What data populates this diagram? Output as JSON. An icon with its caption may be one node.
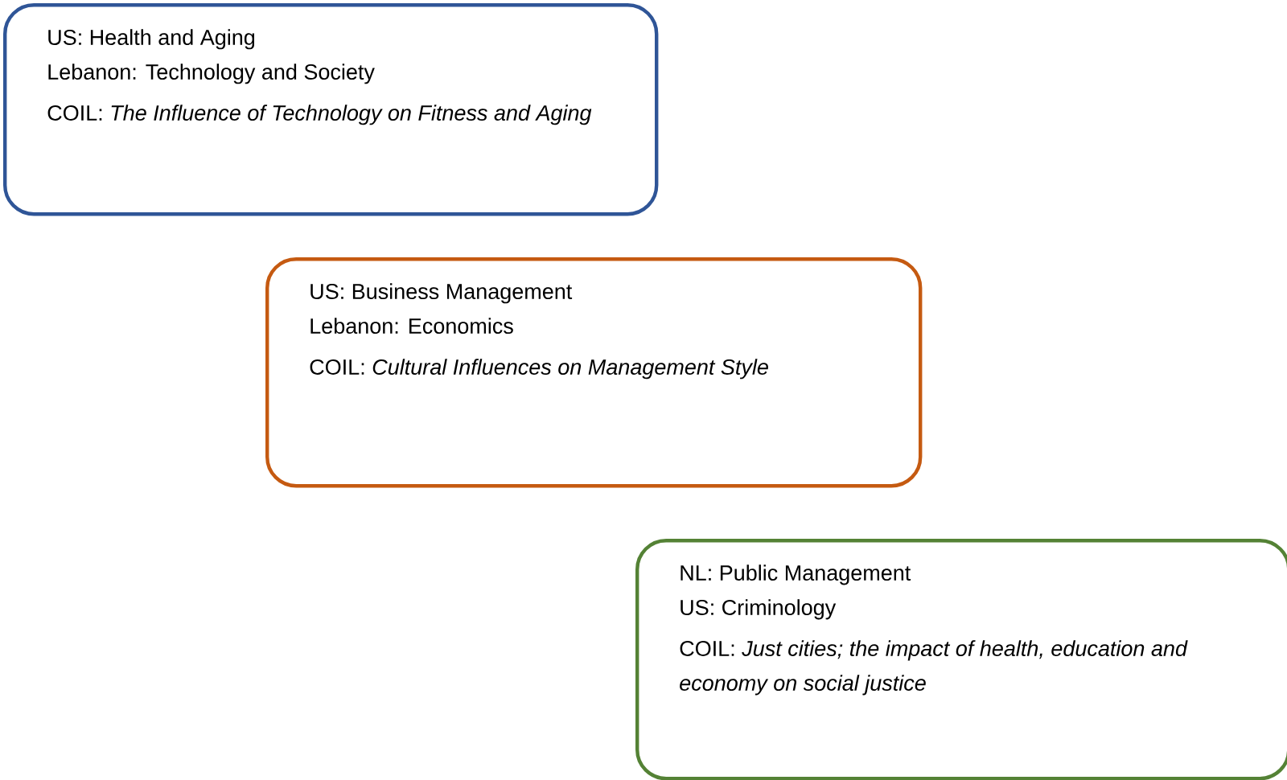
{
  "diagram": {
    "nodes": [
      {
        "text": [
          "US: Health and Aging",
          "Lebanon: Technology and Society",
          "COIL: *The Influence of Technology on Fitness and Aging*"
        ]
      },
      {
        "text": [
          "US: Business Management",
          "Lebanon: Economics",
          "COIL: *Cultural Influences on Management Style*"
        ]
      },
      {
        "text": [
          "NL: Public Management",
          "US: Criminology",
          "COIL: *Just cities; the impact of health, education and economy on social justice*"
        ]
      }
    ]
  }
}
